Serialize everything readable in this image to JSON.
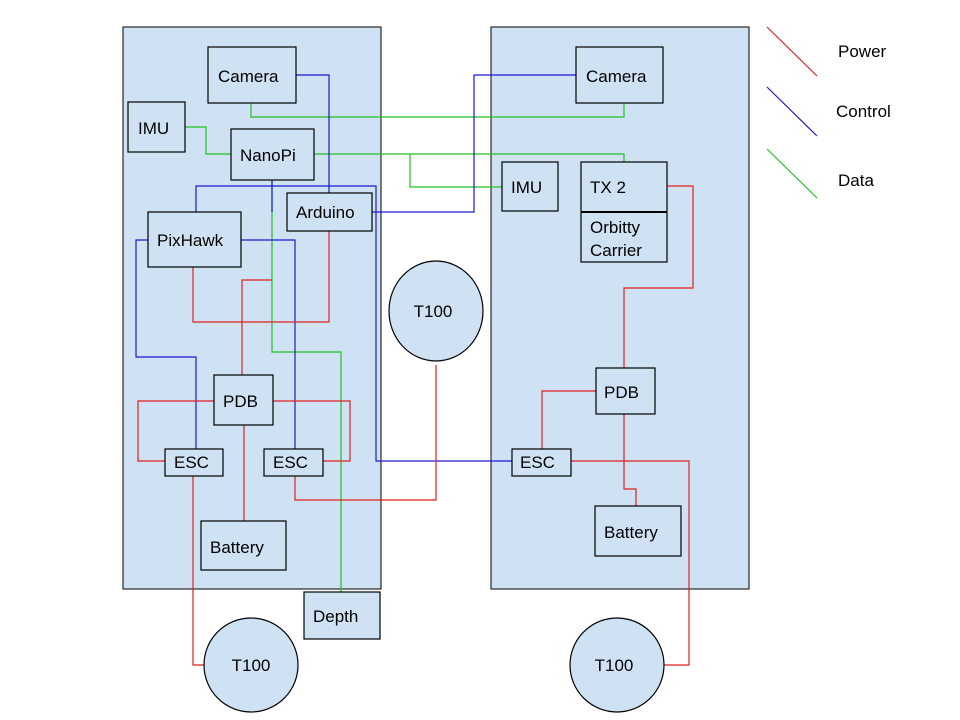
{
  "colors": {
    "power": "#e02020",
    "control": "#1a1ad0",
    "data": "#20c020",
    "fill": "#cfe2f3"
  },
  "legend": {
    "power": "Power",
    "control": "Control",
    "data": "Data"
  },
  "left": {
    "camera": "Camera",
    "imu": "IMU",
    "nanopi": "NanoPi",
    "arduino": "Arduino",
    "pixhawk": "PixHawk",
    "pdb": "PDB",
    "esc_a": "ESC",
    "esc_b": "ESC",
    "battery": "Battery",
    "depth": "Depth",
    "t100_bottom": "T100"
  },
  "middle": {
    "t100": "T100"
  },
  "right": {
    "camera": "Camera",
    "imu": "IMU",
    "tx2": "TX 2",
    "carrier_1": "Orbitty",
    "carrier_2": "Carrier",
    "pdb": "PDB",
    "esc": "ESC",
    "battery": "Battery",
    "t100_bottom": "T100"
  }
}
